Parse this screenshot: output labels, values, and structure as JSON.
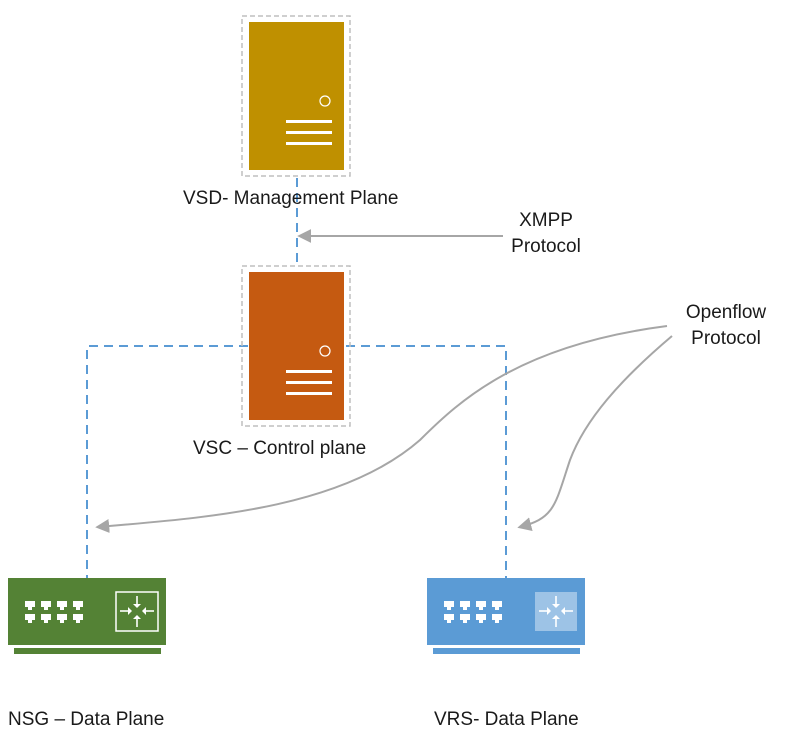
{
  "nodes": {
    "vsd": {
      "label": "VSD- Management Plane",
      "color": "#BF9000"
    },
    "vsc": {
      "label": "VSC – Control plane",
      "color": "#C55A11"
    },
    "nsg": {
      "label": "NSG – Data Plane",
      "color": "#548235"
    },
    "vrs": {
      "label": "VRS- Data Plane",
      "color": "#5B9BD5"
    }
  },
  "annotations": {
    "xmpp": {
      "line1": "XMPP",
      "line2": "Protocol"
    },
    "openflow": {
      "line1": "Openflow",
      "line2": "Protocol"
    }
  },
  "colors": {
    "link_dashed": "#5B9BD5",
    "arrow": "#A6A6A6",
    "server_outline": "#BFBFBF",
    "text": "#1a1a1a"
  },
  "icons": {
    "server": "server-icon",
    "switch_nsg": "switch-icon",
    "switch_vrs": "switch-icon",
    "router_badge": "router-arrows-icon"
  }
}
